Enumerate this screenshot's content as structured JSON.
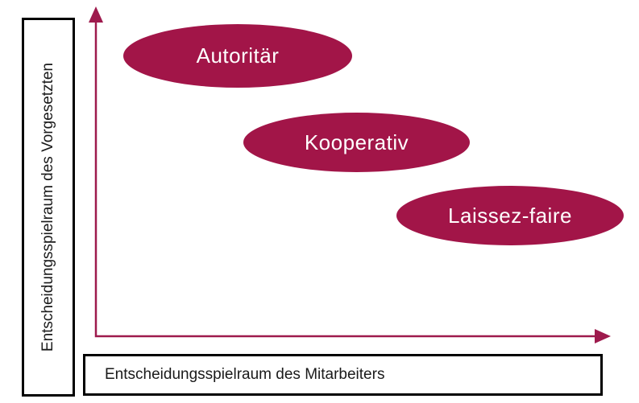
{
  "diagram": {
    "y_axis": {
      "label": "Entscheidungsspielraum des Vorgesetzten"
    },
    "x_axis": {
      "label": "Entscheidungsspielraum des Mitarbeiters"
    },
    "leadership_styles": [
      {
        "label": "Autoritär"
      },
      {
        "label": "Kooperativ"
      },
      {
        "label": "Laissez-faire"
      }
    ],
    "colors": {
      "ellipse_fill": "#a21548",
      "ellipse_text": "#ffffff",
      "axis_line": "#9e1a4d",
      "box_border": "#000000",
      "label_text": "#1a1a1a"
    }
  }
}
